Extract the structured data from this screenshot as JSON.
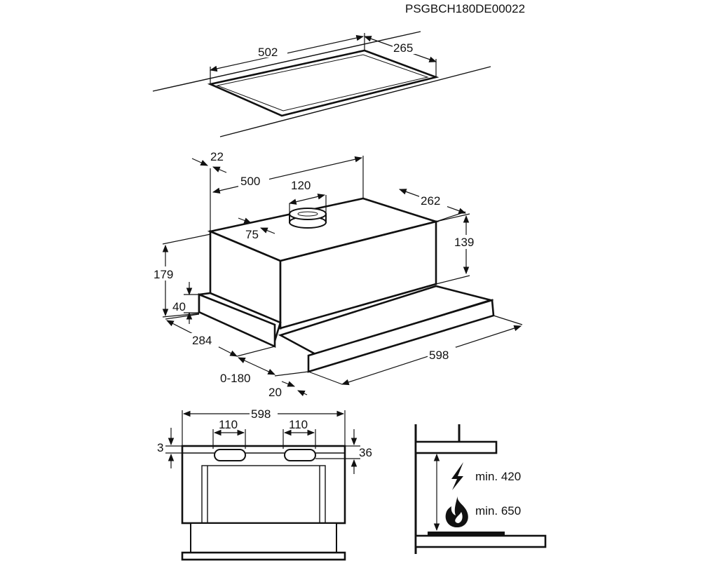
{
  "document_code": "PSGBCH180DE00022",
  "cutout": {
    "width": "502",
    "depth": "265"
  },
  "hood": {
    "wall_offset": "22",
    "duct_offset": "500",
    "duct_diameter": "120",
    "duct_height": "75",
    "depth_top": "262",
    "body_height": "139",
    "total_height": "179",
    "panel_height": "40",
    "depth_total": "284",
    "extension_range": "0-180",
    "front_panel": "20",
    "width": "598"
  },
  "front_view": {
    "width": "598",
    "opening_left": "110",
    "opening_right": "110",
    "top_gap": "3",
    "opening_depth": "36"
  },
  "clearance": {
    "electric": {
      "icon": "lightning-icon",
      "label": "min. 420"
    },
    "gas": {
      "icon": "flame-icon",
      "label": "min. 650"
    }
  }
}
